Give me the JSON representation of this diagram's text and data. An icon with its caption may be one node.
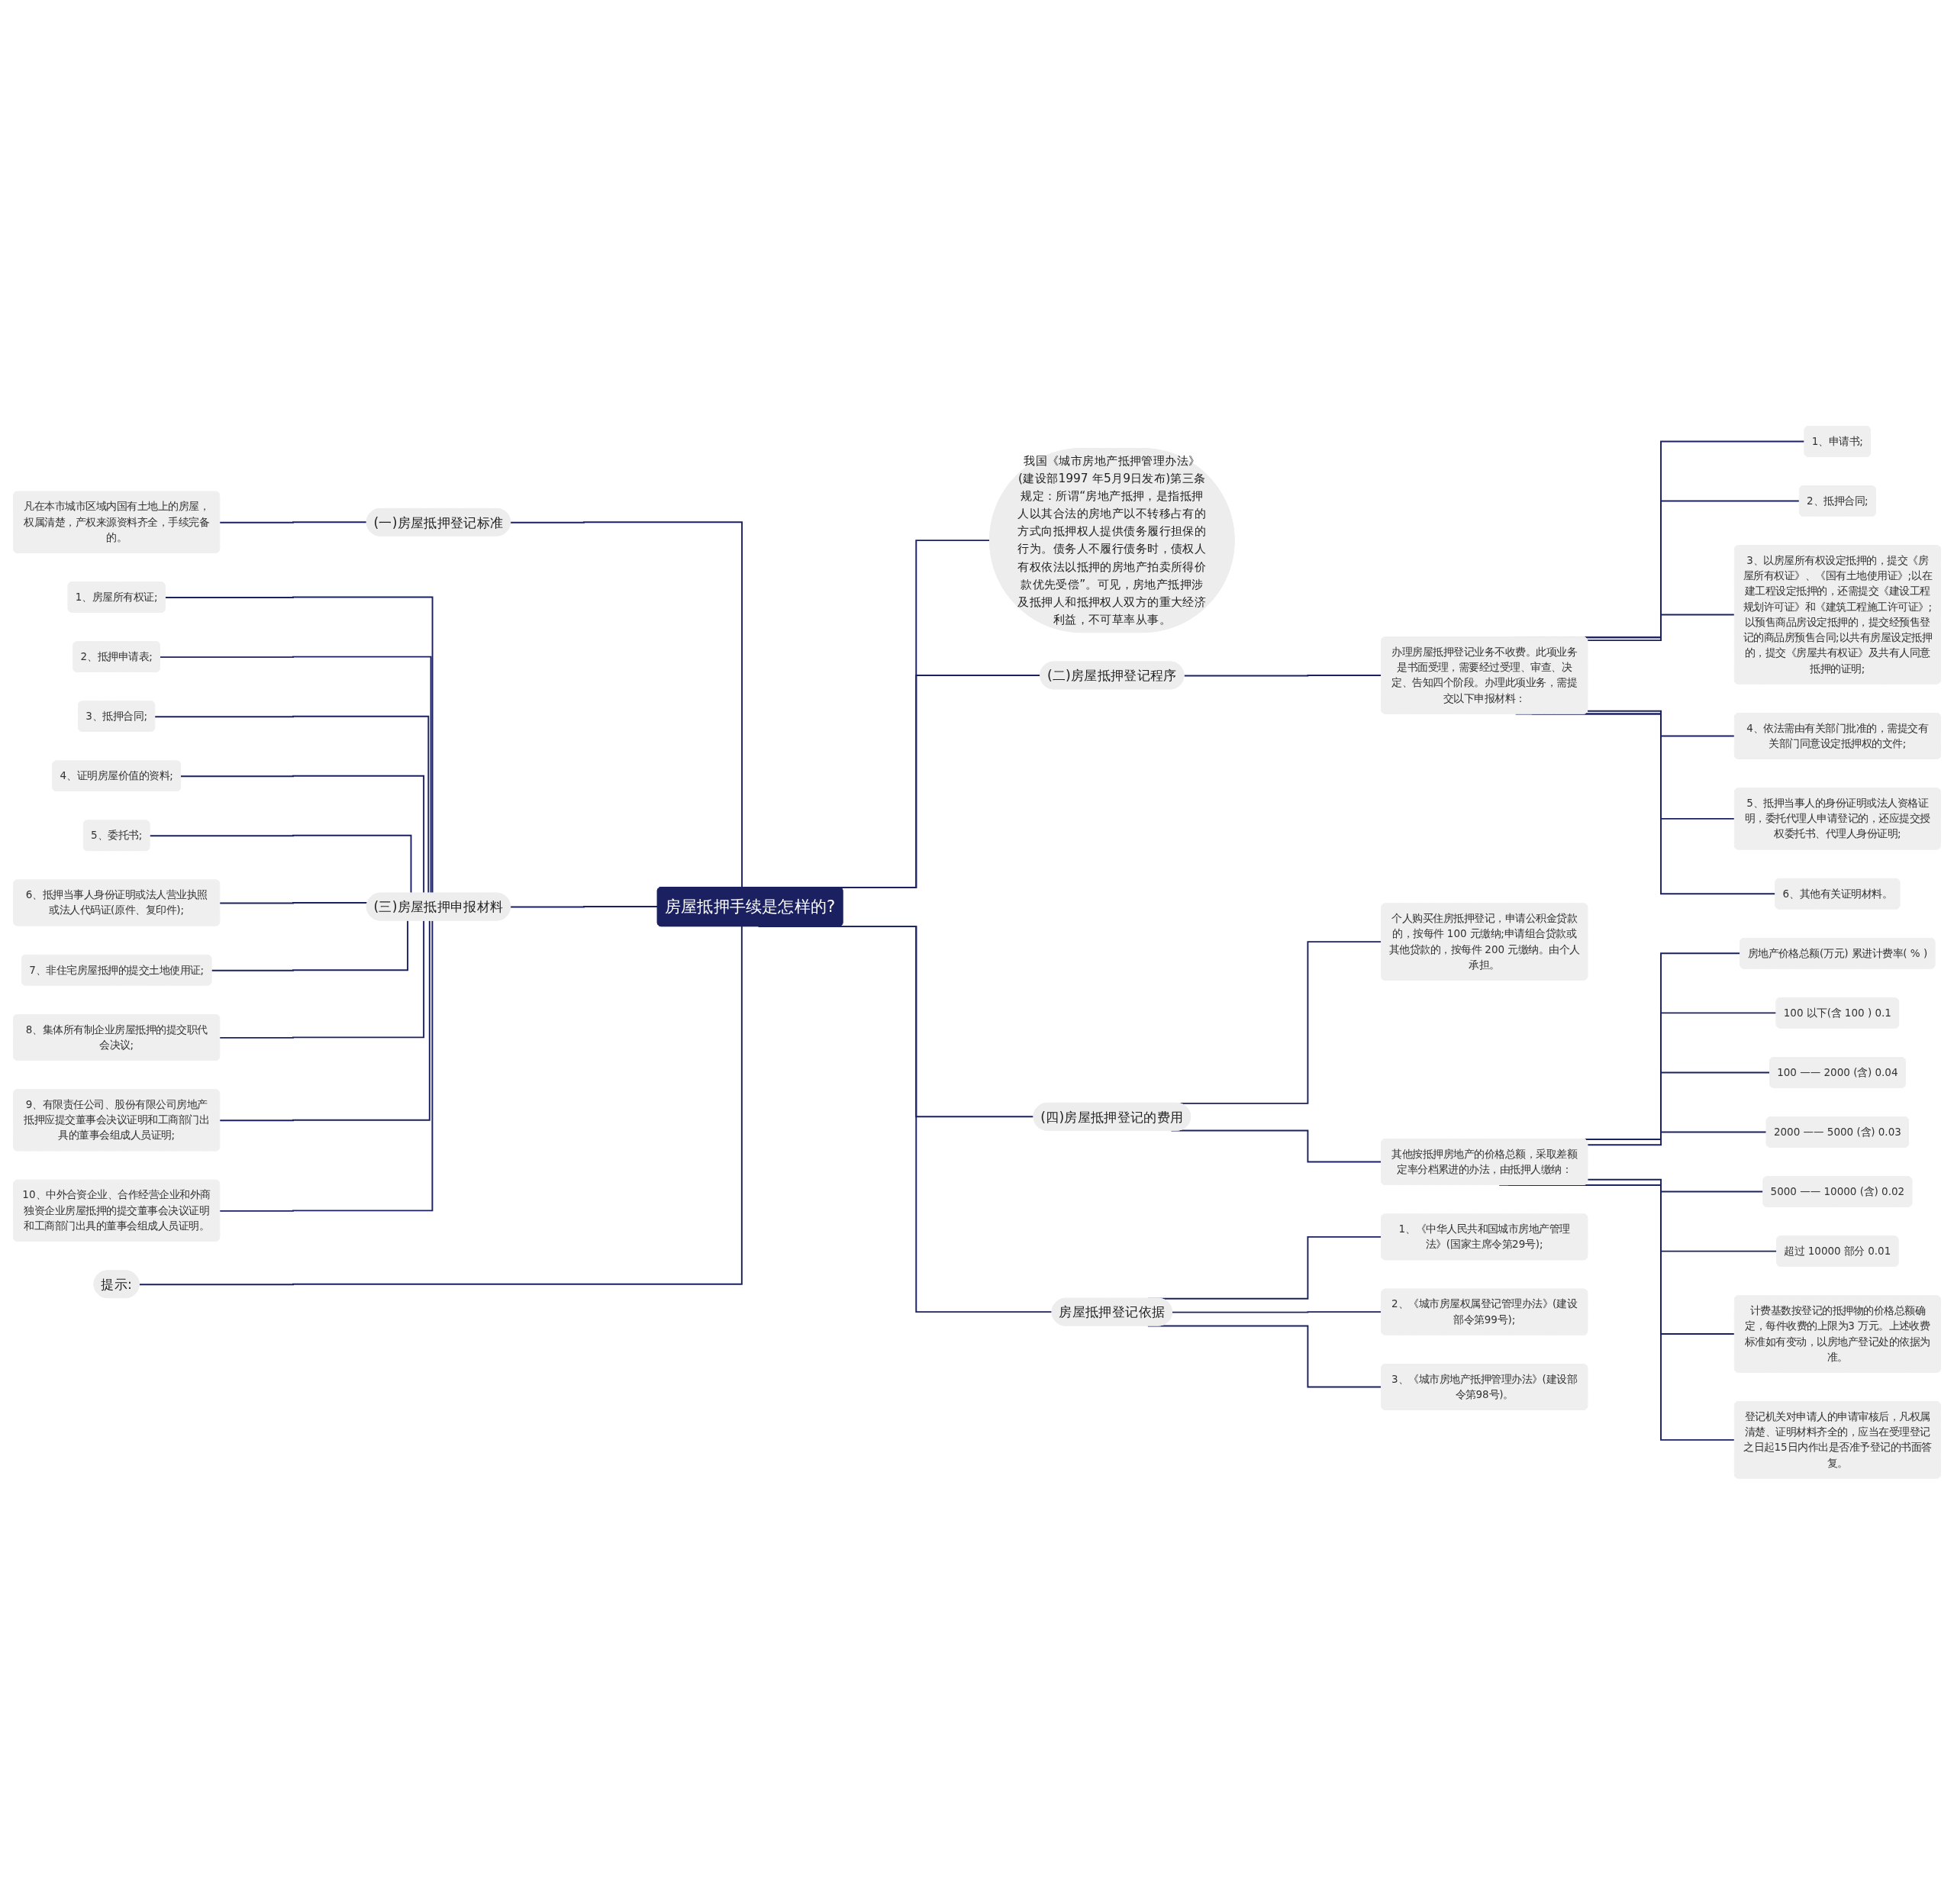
{
  "diagram": {
    "nodes": [
      {
        "text": [
          "房屋抵押手续是怎样的?"
        ]
      },
      {
        "text": [
          "我国《城市房地产抵押管理办法》(建设部1997 年5月9日发布)第三条规定：所谓“房地产抵押，是指抵押人以其合法的房地产以不转移占有的方式向抵押权人提供债务履行担保的行为。债务人不履行债务时，债权人有权依法以抵押的房地产拍卖所得价款优先受偿”。可见，房地产抵押涉及抵押人和抵押权人双方的重大经济利益，不可草率从事。"
        ]
      },
      {
        "text": [
          "(一)房屋抵押登记标准"
        ]
      },
      {
        "text": [
          "凡在本市城市区域内国有土地上的房屋，权属清楚，产权来源资料齐全，手续完备的。"
        ]
      },
      {
        "text": [
          "(二)房屋抵押登记程序"
        ]
      },
      {
        "text": [
          "办理房屋抵押登记业务不收费。此项业务是书面受理，需要经过受理、审查、决定、告知四个阶段。办理此项业务，需提交以下申报材料："
        ]
      },
      {
        "text": [
          "1、申请书;"
        ]
      },
      {
        "text": [
          "2、抵押合同;"
        ]
      },
      {
        "text": [
          "3、以房屋所有权设定抵押的，提交《房屋所有权证》、《国有土地使用证》;以在建工程设定抵押的，还需提交《建设工程规划许可证》和《建筑工程施工许可证》;以预售商品房设定抵押的，提交经预售登记的商品房预售合同;以共有房屋设定抵押的，提交《房屋共有权证》及共有人同意抵押的证明;"
        ]
      },
      {
        "text": [
          "4、依法需由有关部门批准的，需提交有关部门同意设定抵押权的文件;"
        ]
      },
      {
        "text": [
          "5、抵押当事人的身份证明或法人资格证明，委托代理人申请登记的，还应提交授权委托书、代理人身份证明;"
        ]
      },
      {
        "text": [
          "6、其他有关证明材料。"
        ]
      },
      {
        "text": [
          "(三)房屋抵押申报材料"
        ]
      },
      {
        "text": [
          "1、房屋所有权证;"
        ]
      },
      {
        "text": [
          "2、抵押申请表;"
        ]
      },
      {
        "text": [
          "3、抵押合同;"
        ]
      },
      {
        "text": [
          "4、证明房屋价值的资料;"
        ]
      },
      {
        "text": [
          "5、委托书;"
        ]
      },
      {
        "text": [
          "6、抵押当事人身份证明或法人营业执照或法人代码证(原件、复印件);"
        ]
      },
      {
        "text": [
          "7、非住宅房屋抵押的提交土地使用证;"
        ]
      },
      {
        "text": [
          "8、集体所有制企业房屋抵押的提交职代会决议;"
        ]
      },
      {
        "text": [
          "9、有限责任公司、股份有限公司房地产抵押应提交董事会决议证明和工商部门出具的董事会组成人员证明;"
        ]
      },
      {
        "text": [
          "10、中外合资企业、合作经营企业和外商独资企业房屋抵押的提交董事会决议证明和工商部门出具的董事会组成人员证明。"
        ]
      },
      {
        "text": [
          "(四)房屋抵押登记的费用"
        ]
      },
      {
        "text": [
          "个人购买住房抵押登记，申请公积金贷款的，按每件 100 元缴纳;申请组合贷款或其他贷款的，按每件 200 元缴纳。由个人承担。"
        ]
      },
      {
        "text": [
          "其他按抵押房地产的价格总额，采取差额定率分档累进的办法，由抵押人缴纳："
        ]
      },
      {
        "text": [
          "房地产价格总额(万元) 累进计费率( % )"
        ]
      },
      {
        "text": [
          "100 以下(含 100 ) 0.1"
        ]
      },
      {
        "text": [
          "100 —— 2000 (含) 0.04"
        ]
      },
      {
        "text": [
          "2000 —— 5000 (含) 0.03"
        ]
      },
      {
        "text": [
          "5000 —— 10000 (含) 0.02"
        ]
      },
      {
        "text": [
          "超过 10000 部分 0.01"
        ]
      },
      {
        "text": [
          "计费基数按登记的抵押物的价格总额确定，每件收费的上限为3 万元。上述收费标准如有变动，以房地产登记处的依据为准。"
        ]
      },
      {
        "text": [
          "登记机关对申请人的申请审核后，凡权属清楚、证明材料齐全的，应当在受理登记之日起15日内作出是否准予登记的书面答复。"
        ]
      },
      {
        "text": [
          "提示:"
        ]
      },
      {
        "text": [
          "房屋抵押登记依据"
        ]
      },
      {
        "text": [
          "1、《中华人民共和国城市房地产管理法》(国家主席令第29号);"
        ]
      },
      {
        "text": [
          "2、《城市房屋权属登记管理办法》(建设部令第99号);"
        ]
      },
      {
        "text": [
          "3、《城市房地产抵押管理办法》(建设部令第98号)。"
        ]
      }
    ],
    "edges": [
      {
        "from": 0,
        "to": 1,
        "arrow": "none"
      },
      {
        "from": 2,
        "to": 0,
        "arrow": "none"
      },
      {
        "from": 3,
        "to": 2,
        "arrow": "none"
      },
      {
        "from": 0,
        "to": 4,
        "arrow": "none"
      },
      {
        "from": 4,
        "to": 5,
        "arrow": "none"
      },
      {
        "from": 5,
        "to": 6,
        "arrow": "none"
      },
      {
        "from": 5,
        "to": 7,
        "arrow": "none"
      },
      {
        "from": 5,
        "to": 8,
        "arrow": "none"
      },
      {
        "from": 5,
        "to": 9,
        "arrow": "none"
      },
      {
        "from": 5,
        "to": 10,
        "arrow": "none"
      },
      {
        "from": 5,
        "to": 11,
        "arrow": "none"
      },
      {
        "from": 12,
        "to": 0,
        "arrow": "none"
      },
      {
        "from": 13,
        "to": 12,
        "arrow": "none"
      },
      {
        "from": 14,
        "to": 12,
        "arrow": "none"
      },
      {
        "from": 15,
        "to": 12,
        "arrow": "none"
      },
      {
        "from": 16,
        "to": 12,
        "arrow": "none"
      },
      {
        "from": 17,
        "to": 12,
        "arrow": "none"
      },
      {
        "from": 18,
        "to": 12,
        "arrow": "none"
      },
      {
        "from": 19,
        "to": 12,
        "arrow": "none"
      },
      {
        "from": 20,
        "to": 12,
        "arrow": "none"
      },
      {
        "from": 21,
        "to": 12,
        "arrow": "none"
      },
      {
        "from": 22,
        "to": 12,
        "arrow": "none"
      },
      {
        "from": 0,
        "to": 23,
        "arrow": "none"
      },
      {
        "from": 23,
        "to": 24,
        "arrow": "none"
      },
      {
        "from": 23,
        "to": 25,
        "arrow": "none"
      },
      {
        "from": 25,
        "to": 26,
        "arrow": "none"
      },
      {
        "from": 25,
        "to": 27,
        "arrow": "none"
      },
      {
        "from": 25,
        "to": 28,
        "arrow": "none"
      },
      {
        "from": 25,
        "to": 29,
        "arrow": "none"
      },
      {
        "from": 25,
        "to": 30,
        "arrow": "none"
      },
      {
        "from": 25,
        "to": 31,
        "arrow": "none"
      },
      {
        "from": 25,
        "to": 32,
        "arrow": "none"
      },
      {
        "from": 25,
        "to": 33,
        "arrow": "none"
      },
      {
        "from": 34,
        "to": 0,
        "arrow": "none"
      },
      {
        "from": 0,
        "to": 35,
        "arrow": "none"
      },
      {
        "from": 35,
        "to": 36,
        "arrow": "none"
      },
      {
        "from": 35,
        "to": 37,
        "arrow": "none"
      },
      {
        "from": 35,
        "to": 38,
        "arrow": "none"
      }
    ]
  }
}
